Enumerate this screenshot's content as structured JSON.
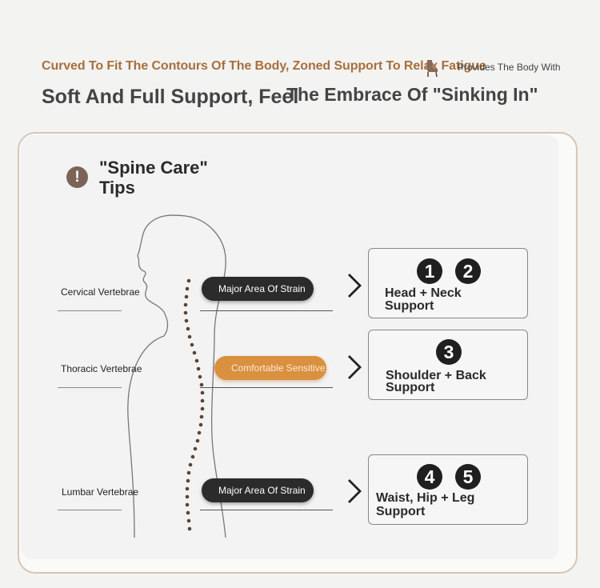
{
  "header": {
    "line1": "Curved To Fit The Contours Of The Body, Zoned Support To Relax Fatigue",
    "line1_tail": "Provides The Body With",
    "line2_left": "Soft And Full Support, Feel",
    "line2_right": "The Embrace Of \"Sinking In\""
  },
  "tips": {
    "icon": "!",
    "title": "\"Spine Care\" Tips"
  },
  "vertebrae": [
    {
      "label": "Cervical Vertebrae",
      "pill": "Major Area Of Strain"
    },
    {
      "label": "Thoracic Vertebrae",
      "pill": "Comfortable Sensitive Area"
    },
    {
      "label": "Lumbar Vertebrae",
      "pill": "Major Area Of Strain"
    }
  ],
  "zones": [
    {
      "numbers": [
        "1",
        "2"
      ],
      "line1": "Head + Neck",
      "line2": "Support"
    },
    {
      "numbers": [
        "3"
      ],
      "line1": "Shoulder + Back",
      "line2": "Support"
    },
    {
      "numbers": [
        "4",
        "5"
      ],
      "line1": "Waist, Hip + Leg",
      "line2": "Support"
    }
  ],
  "colors": {
    "accent": "#a86f3c",
    "pill_dark": "#2b2b2b",
    "pill_orange": "#d9903f",
    "spine_dots": "#5a4333",
    "border": "#d6c6b6"
  }
}
